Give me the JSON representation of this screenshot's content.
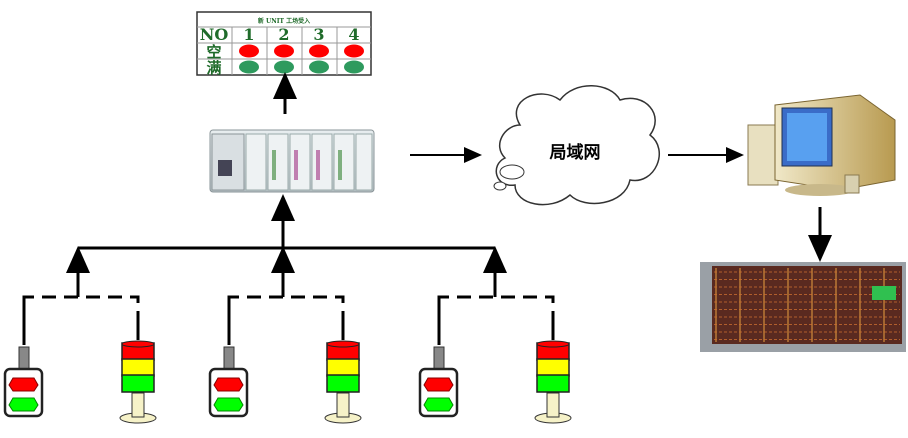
{
  "status_panel": {
    "title": "新 UNIT 工场受入",
    "header": [
      "NO",
      "1",
      "2",
      "3",
      "4"
    ],
    "rows": [
      {
        "label": "空",
        "color": "#ff0000"
      },
      {
        "label": "满",
        "color": "#2e9a5e"
      }
    ]
  },
  "network": {
    "label": "局域网"
  },
  "colors": {
    "line": "#000000",
    "red": "#ff0000",
    "yellow": "#ffff00",
    "green": "#00ff00",
    "panel_text": "#1f6b2a"
  },
  "field_groups": [
    {
      "button_box": "button-station",
      "tower": "stack-light"
    },
    {
      "button_box": "button-station",
      "tower": "stack-light"
    },
    {
      "button_box": "button-station",
      "tower": "stack-light"
    }
  ]
}
